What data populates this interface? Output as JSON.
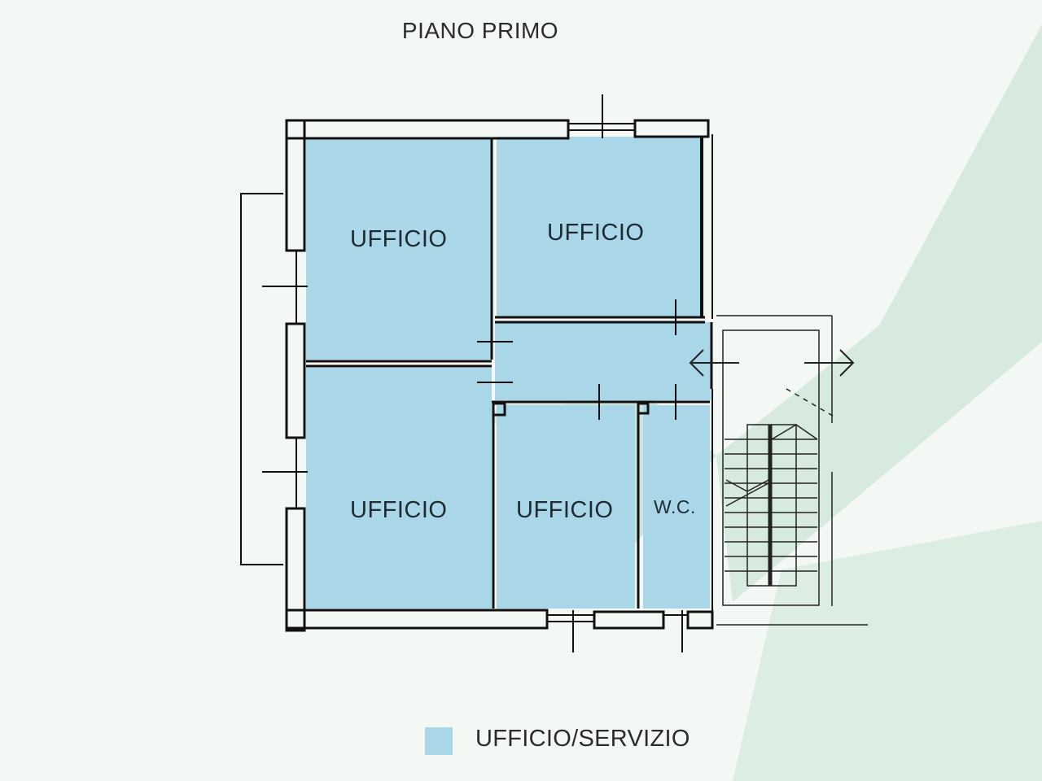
{
  "title": "PIANO PRIMO",
  "rooms": [
    {
      "id": "office-top-left",
      "label": "UFFICIO"
    },
    {
      "id": "office-top-right",
      "label": "UFFICIO"
    },
    {
      "id": "office-bottom-left",
      "label": "UFFICIO"
    },
    {
      "id": "office-bottom-mid",
      "label": "UFFICIO"
    },
    {
      "id": "wc",
      "label": "W.C."
    }
  ],
  "legend": {
    "label": "UFFICIO/SERVIZIO",
    "color": "#a9d7e8"
  },
  "colors": {
    "room_fill": "#a9d7e8",
    "wall": "#111111",
    "background": "#f3f8f5",
    "watermark": "#cfe6d8"
  },
  "icons": [
    "double-arrow-left-icon",
    "double-arrow-right-icon",
    "staircase-icon",
    "watermark-logo-icon"
  ]
}
